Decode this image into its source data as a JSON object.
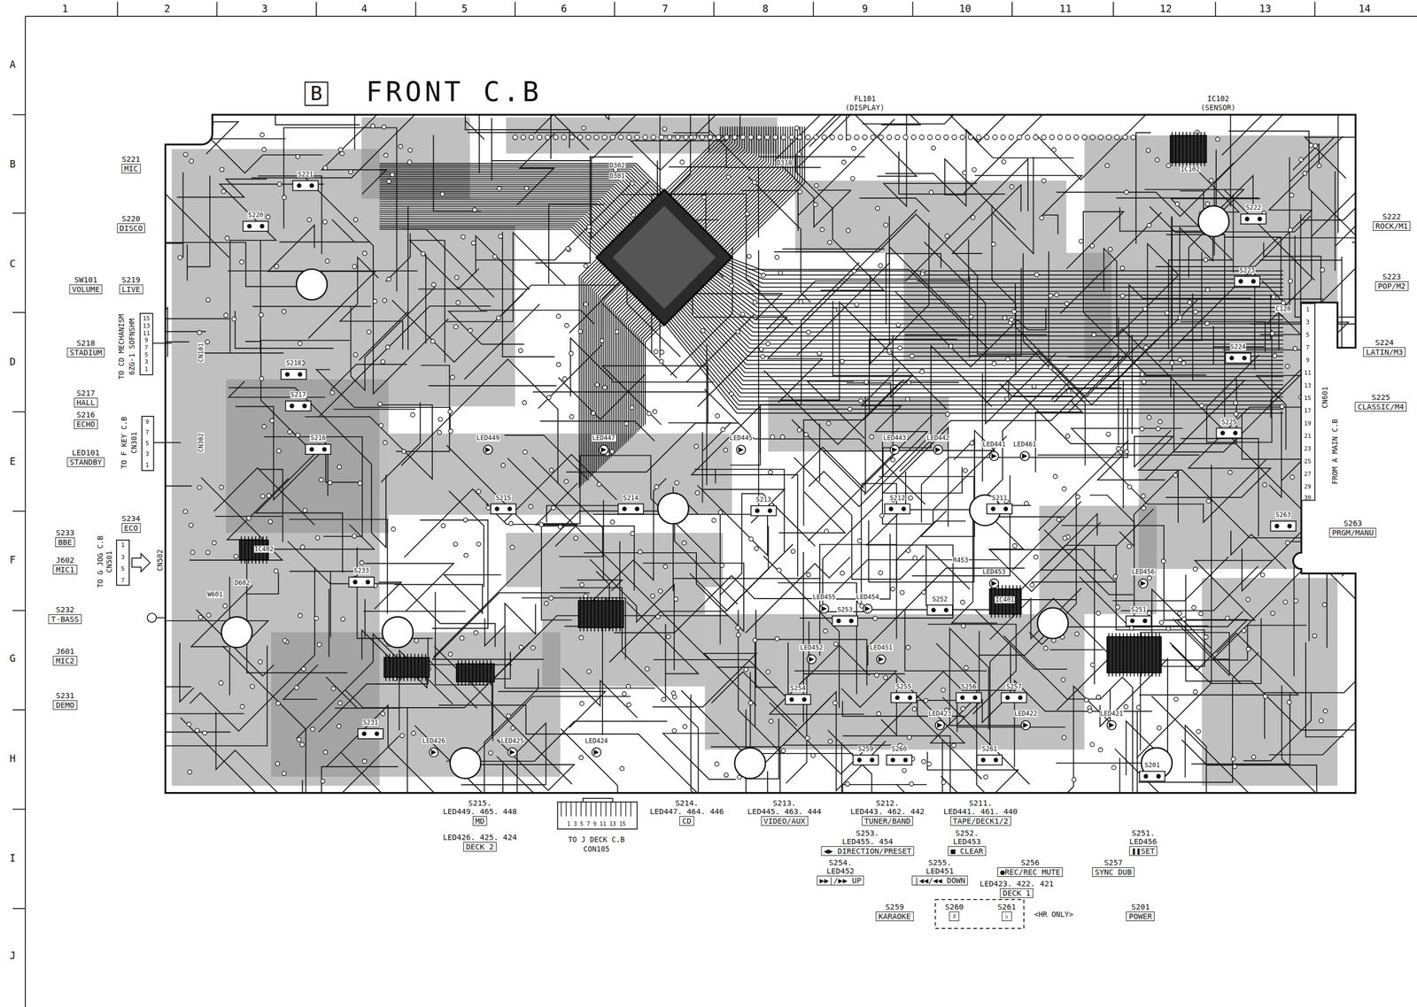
{
  "diagram": {
    "title": "FRONT C.B",
    "nodes": [
      {
        "text": [
          "B"
        ]
      },
      {
        "text": [
          "S221",
          "MIC"
        ]
      },
      {
        "text": [
          "S220",
          "DISCO"
        ]
      },
      {
        "text": [
          "SW101",
          "VOLUME"
        ]
      },
      {
        "text": [
          "S219",
          "LIVE"
        ]
      },
      {
        "text": [
          "S218",
          "STADIUM"
        ]
      },
      {
        "text": [
          "S217",
          "HALL"
        ]
      },
      {
        "text": [
          "S216",
          "ECHO"
        ]
      },
      {
        "text": [
          "LED101",
          "STANDBY"
        ]
      },
      {
        "text": [
          "S234",
          "ECO"
        ]
      },
      {
        "text": [
          "S233",
          "BBE"
        ]
      },
      {
        "text": [
          "J602",
          "MIC1"
        ]
      },
      {
        "text": [
          "S232",
          "T-BASS"
        ]
      },
      {
        "text": [
          "J601",
          "MIC2"
        ]
      },
      {
        "text": [
          "S231",
          "DEMO"
        ]
      },
      {
        "text": [
          "S222",
          "ROCK/M1"
        ]
      },
      {
        "text": [
          "S223",
          "POP/M2"
        ]
      },
      {
        "text": [
          "S224",
          "LATIN/M3"
        ]
      },
      {
        "text": [
          "S225",
          "CLASSIC/M4"
        ]
      },
      {
        "text": [
          "S263",
          "PRGM/MANU"
        ]
      },
      {
        "text": [
          "S215.",
          "LED449. 465. 448",
          "MD"
        ]
      },
      {
        "text": [
          "LED426. 425. 424",
          "DECK 2"
        ]
      },
      {
        "text": [
          "S214.",
          "LED447. 464. 446",
          "CD"
        ]
      },
      {
        "text": [
          "S213.",
          "LED445. 463. 444",
          "VIDEO/AUX"
        ]
      },
      {
        "text": [
          "S212.",
          "LED443. 462. 442",
          "TUNER/BAND"
        ]
      },
      {
        "text": [
          "S211.",
          "LED441. 461. 440",
          "TAPE/DECK1/2"
        ]
      },
      {
        "text": [
          "S253.",
          "LED455. 454",
          "◀▶ DIRECTION/PRESET"
        ]
      },
      {
        "text": [
          "S252.",
          "LED453",
          "■ CLEAR"
        ]
      },
      {
        "text": [
          "S251.",
          "LED456",
          "❚❚SET"
        ]
      },
      {
        "text": [
          "S254.",
          "LED452",
          "▶▶|/▶▶ UP"
        ]
      },
      {
        "text": [
          "S255.",
          "LED451",
          "|◀◀/◀◀ DOWN"
        ]
      },
      {
        "text": [
          "S256",
          "●REC/REC MUTE"
        ]
      },
      {
        "text": [
          "S257",
          "SYNC DUB"
        ]
      },
      {
        "text": [
          "LED423. 422. 421",
          "DECK 1"
        ]
      },
      {
        "text": [
          "S259",
          "KARAOKE"
        ]
      },
      {
        "text": [
          "S260",
          "♯"
        ]
      },
      {
        "text": [
          "S261",
          "♭"
        ]
      },
      {
        "text": [
          "S201",
          "POWER"
        ]
      }
    ],
    "labels": [
      "1",
      "2",
      "3",
      "4",
      "5",
      "6",
      "7",
      "8",
      "9",
      "10",
      "11",
      "12",
      "13",
      "14",
      "A",
      "B",
      "C",
      "D",
      "E",
      "F",
      "G",
      "H",
      "I",
      "J",
      "FL101",
      "(DISPLAY)",
      "IC102",
      "(SENSOR)",
      "TO CD MECHANISM",
      "6ZG-1 SOFNSHM",
      "TO F KEY C.B",
      "CN301",
      "TO G JOG C.B",
      "CN501",
      "CN502",
      "CN601",
      "FROM A MAIN C.B",
      "15",
      "13",
      "11",
      "9",
      "7",
      "5",
      "3",
      "1",
      "9",
      "7",
      "5",
      "3",
      "1",
      "1",
      "3",
      "5",
      "7",
      "1",
      "3",
      "5",
      "7",
      "9",
      "11",
      "13",
      "15",
      "17",
      "19",
      "21",
      "23",
      "25",
      "27",
      "29",
      "30",
      "TO J DECK C.B",
      "CON105",
      "1 3 5 7 9 11 13 15",
      "<HR ONLY>",
      "S221",
      "S220",
      "S218",
      "S217",
      "S216",
      "S215",
      "S214",
      "S213",
      "S212",
      "S211",
      "S222",
      "S223",
      "S224",
      "S225",
      "S263",
      "S233",
      "S231",
      "S253",
      "S252",
      "S251",
      "S254",
      "S255",
      "S256",
      "S257",
      "S259",
      "S260",
      "S261",
      "S201",
      "LED449",
      "LED447",
      "LED445",
      "LED443",
      "LED442",
      "LED441",
      "LED461",
      "LED455",
      "LED454",
      "LED453",
      "LED456",
      "LED452",
      "LED451",
      "LED423",
      "LED422",
      "LED421",
      "LED426",
      "LED425",
      "LED424",
      "D318",
      "D302",
      "D301",
      "C120",
      "IC102",
      "IC401",
      "IC402",
      "R453",
      "W601",
      "D602",
      "CN101",
      "CN302"
    ]
  }
}
